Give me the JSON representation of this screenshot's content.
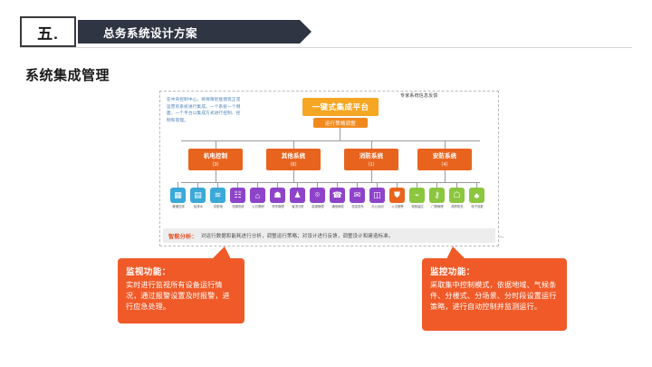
{
  "header": {
    "number": "五.",
    "title": "总务系统设计方案"
  },
  "section_title": "系统集成管理",
  "diagram": {
    "note": "在中央控制中心，将保障智能建筑正常运营的系统进行集成。一个系统一个侧面，一个平台以集成方式进行控制、控制和管理。",
    "expert_label": "专家系统信息反馈",
    "platform": {
      "label": "一键式集成平台",
      "sub_label": "运行策略调整"
    },
    "systems": [
      {
        "name": "机电控制",
        "count": "（3）",
        "color": "#e8641e"
      },
      {
        "name": "其他系统",
        "count": "（8）",
        "color": "#e8641e"
      },
      {
        "name": "消防系统",
        "count": "（1）",
        "color": "#e8641e"
      },
      {
        "name": "安防系统",
        "count": "（4）",
        "color": "#e8641e"
      }
    ],
    "devices": [
      {
        "icon": "▦",
        "label": "暖通空调",
        "color": "#3aa9d8"
      },
      {
        "icon": "▤",
        "label": "给排水",
        "color": "#3aa9d8"
      },
      {
        "icon": "≋",
        "label": "供配电",
        "color": "#3aa9d8"
      },
      {
        "icon": "☷",
        "label": "电梯系统",
        "color": "#8e44c9"
      },
      {
        "icon": "⌂",
        "label": "公共照明",
        "color": "#8e44c9"
      },
      {
        "icon": "☗",
        "label": "停车管理",
        "color": "#8e44c9"
      },
      {
        "icon": "♟",
        "label": "客流分析",
        "color": "#8e44c9"
      },
      {
        "icon": "⌾",
        "label": "能源管理",
        "color": "#8e44c9"
      },
      {
        "icon": "☎",
        "label": "通信网络",
        "color": "#8e44c9"
      },
      {
        "icon": "✉",
        "label": "信息发布",
        "color": "#8e44c9"
      },
      {
        "icon": "◫",
        "label": "办公自动",
        "color": "#8e44c9"
      },
      {
        "icon": "⛊",
        "label": "火灾报警",
        "color": "#e8641e"
      },
      {
        "icon": "⌁",
        "label": "视频监控",
        "color": "#8cc63f"
      },
      {
        "icon": "⚷",
        "label": "门禁管理",
        "color": "#8cc63f"
      },
      {
        "icon": "☖",
        "label": "周界防范",
        "color": "#8cc63f"
      },
      {
        "icon": "♣",
        "label": "电子巡更",
        "color": "#8cc63f"
      }
    ],
    "analysis": {
      "tag": "智能分析：",
      "text": "对运行数据和能耗进行分析，调整运行策略；对设计进行反馈，调整设计和建造标准。"
    }
  },
  "callouts": [
    {
      "title": "监视功能：",
      "body": "实时进行监视所有设备运行情况，通过报警设置及时报警，进行应急处理。"
    },
    {
      "title": "监控功能：",
      "body": "采取集中控制模式，依据地域、气候条件、分楼式、分场景、分时段设置运行策略，进行自动控制并监测运行。"
    }
  ],
  "colors": {
    "accent_orange": "#f05a28",
    "platform_orange": "#f5a623",
    "header_dark": "#2f3542"
  }
}
